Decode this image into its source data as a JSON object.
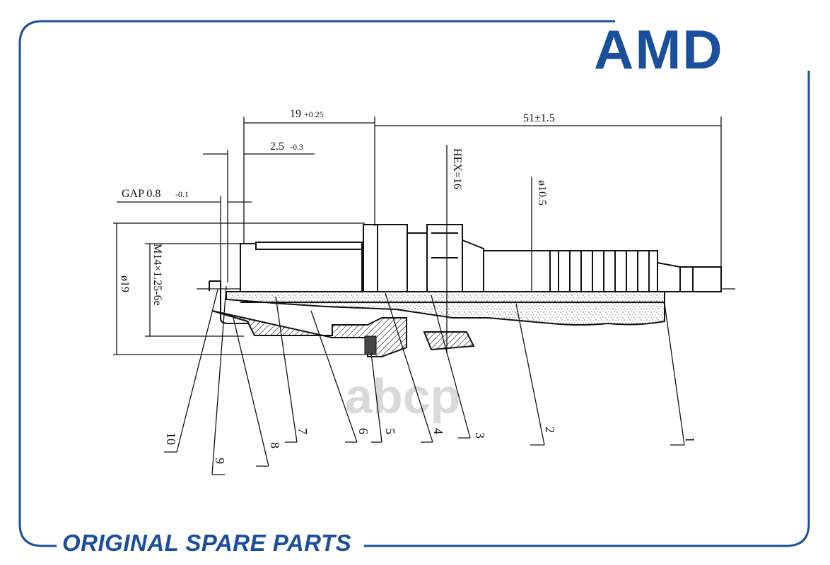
{
  "brand": {
    "logo_text": "AMD",
    "color": "#1a4f9c"
  },
  "footer": {
    "text": "ORIGINAL SPARE PARTS"
  },
  "watermark": {
    "text": "abcp"
  },
  "dimensions": {
    "reach": "19",
    "reach_tol": "+0.25",
    "overall": "51±1.5",
    "protrusion": "2.5",
    "protrusion_tol": "-0.3",
    "gap": "GAP 0.8",
    "gap_tol": "-0.1",
    "hex": "HEX=16",
    "terminal_dia": "ø10.5",
    "seat_dia": "ø19",
    "thread": "M14×1.25-6e"
  },
  "callouts": [
    "1",
    "2",
    "3",
    "4",
    "5",
    "6",
    "7",
    "8",
    "9",
    "10"
  ]
}
